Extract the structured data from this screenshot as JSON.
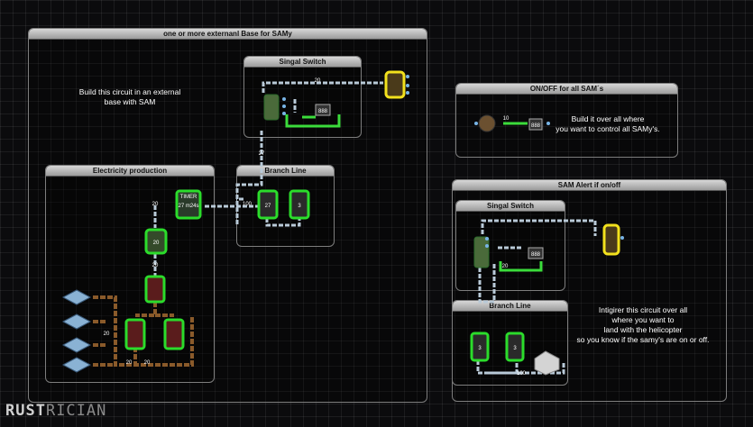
{
  "groups": {
    "external": {
      "title": "one or more  externanl  Base for SAMy"
    },
    "signal_switch_1": {
      "title": "Singal Switch"
    },
    "branch_line_1": {
      "title": "Branch Line"
    },
    "electricity": {
      "title": "Electricity production"
    },
    "onoff": {
      "title": "ON/OFF for all SAM´s"
    },
    "alert": {
      "title": "SAM Alert if on/off"
    },
    "signal_switch_2": {
      "title": "Singal Switch"
    },
    "branch_line_2": {
      "title": "Branch Line"
    }
  },
  "notes": {
    "build_external_1": "Build this circuit in an external",
    "build_external_2": "base with SAM",
    "build_all_1": "Build it over all where",
    "build_all_2": "you want to control all SAMy's.",
    "integrate_1": "Intigirer this circuit over all",
    "integrate_2": "where you want to",
    "integrate_3": "land with the helicopter",
    "integrate_4": "so you know if the samy's are on or off."
  },
  "labels": {
    "timer": "27 m24s",
    "timer_top": "TIMER",
    "switch_1": "888",
    "switch_2": "888",
    "switch_3": "888",
    "branch_1a": "27",
    "branch_1b": "3",
    "splitter": "20",
    "branch_2a": "3",
    "branch_2b": "3",
    "w1": "20",
    "w2": "27",
    "w3": "100",
    "w4": "20",
    "w5": "20",
    "w6": "20",
    "w7": "20",
    "w8": "20",
    "w9": "100",
    "w10": "20",
    "w11": "10"
  },
  "colors": {
    "wire_power": "#b9cad8",
    "wire_logic": "#3bdc3b",
    "wire_electric": "#8a5a2a",
    "highlight": "#2bdc2b",
    "sam_highlight": "#f2e11d"
  },
  "logo": {
    "part1": "RUST",
    "part2": "RICIAN"
  }
}
